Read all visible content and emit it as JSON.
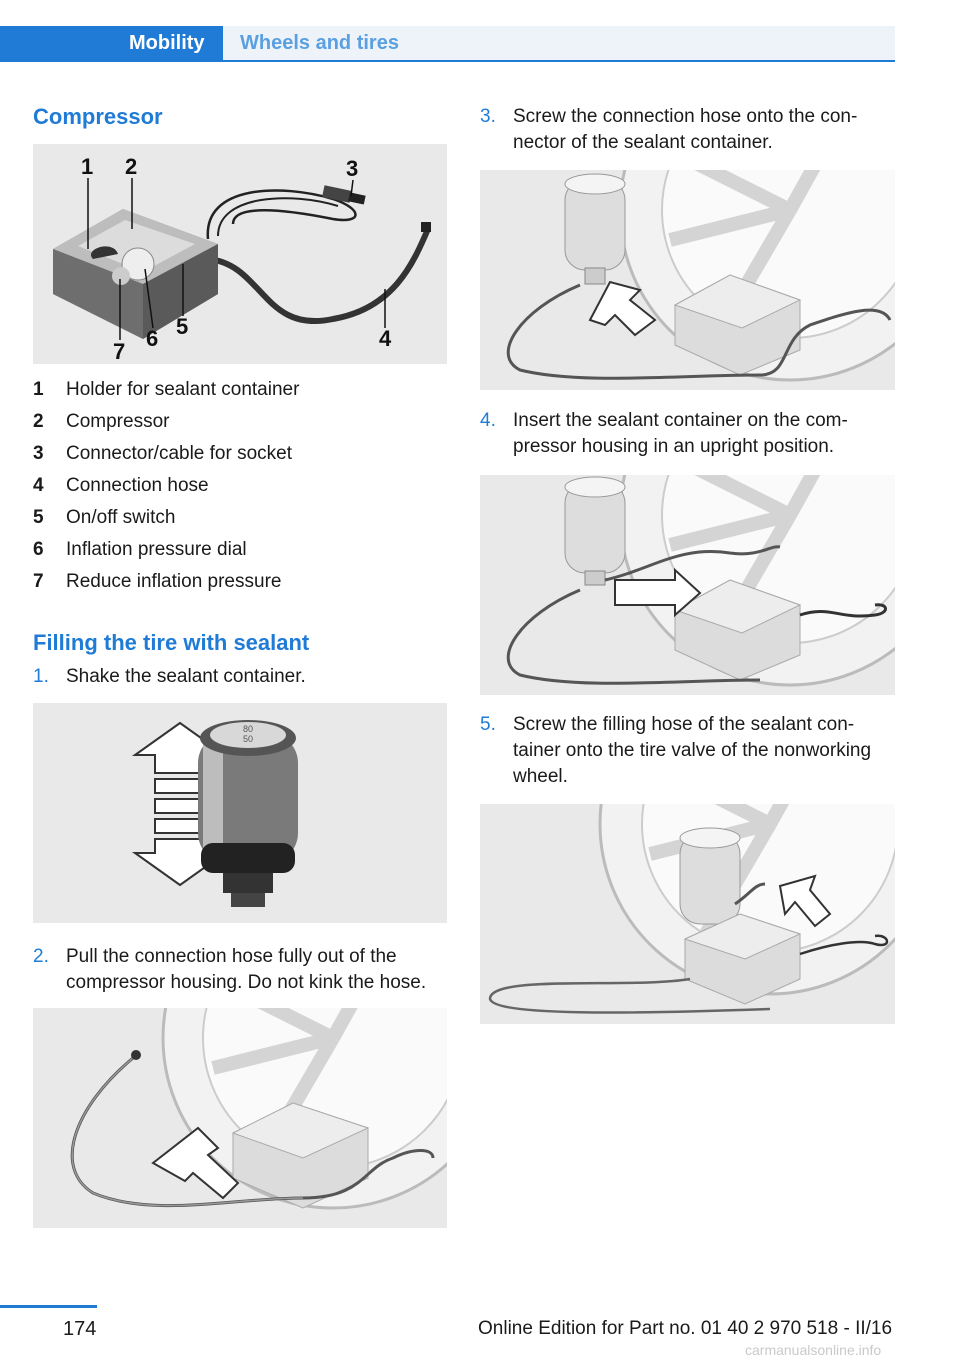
{
  "header": {
    "section": "Mobility",
    "subsection": "Wheels and tires"
  },
  "compressor": {
    "title": "Compressor",
    "callouts": [
      "1",
      "2",
      "3",
      "4",
      "5",
      "6",
      "7"
    ],
    "legend": [
      {
        "num": "1",
        "text": "Holder for sealant container"
      },
      {
        "num": "2",
        "text": "Compressor"
      },
      {
        "num": "3",
        "text": "Connector/cable for socket"
      },
      {
        "num": "4",
        "text": "Connection hose"
      },
      {
        "num": "5",
        "text": "On/off switch"
      },
      {
        "num": "6",
        "text": "Inflation pressure dial"
      },
      {
        "num": "7",
        "text": "Reduce inflation pressure"
      }
    ]
  },
  "filling": {
    "title": "Filling the tire with sealant",
    "can_label": "80\n50",
    "steps": [
      {
        "num": "1.",
        "text": "Shake the sealant container."
      },
      {
        "num": "2.",
        "text": "Pull the connection hose fully out of the compressor housing. Do not kink the hose."
      },
      {
        "num": "3.",
        "text": "Screw the connection hose onto the con‐nector of the sealant container."
      },
      {
        "num": "4.",
        "text": "Insert the sealant container on the com‐pressor housing in an upright position."
      },
      {
        "num": "5.",
        "text": "Screw the filling hose of the sealant con‐tainer onto the tire valve of the nonworking wheel."
      }
    ]
  },
  "footer": {
    "page": "174",
    "edition": "Online Edition for Part no. 01 40 2 970 518 - II/16",
    "watermark": "carmanualsonline.info"
  },
  "colors": {
    "accent": "#1f7bd6",
    "figure_bg": "#e9e9e9"
  }
}
